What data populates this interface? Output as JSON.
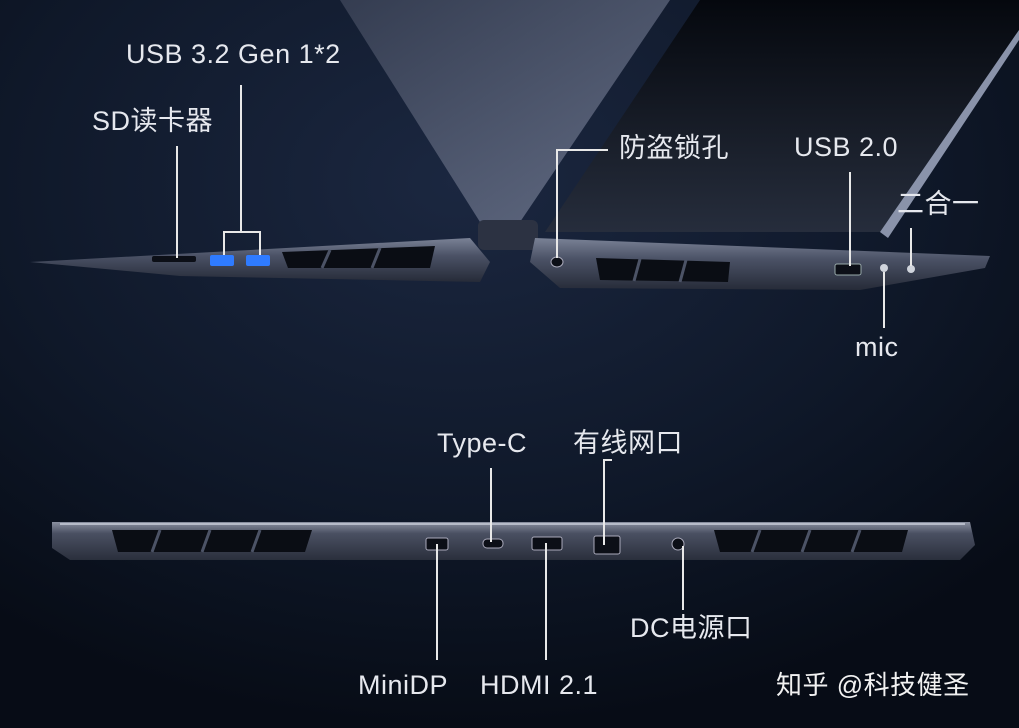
{
  "labels": {
    "usb32": "USB 3.2 Gen 1*2",
    "sd_reader": "SD读卡器",
    "lock_hole": "防盗锁孔",
    "usb20": "USB 2.0",
    "combo_jack": "二合一",
    "mic": "mic",
    "type_c": "Type-C",
    "ethernet": "有线网口",
    "dc_power": "DC电源口",
    "minidp": "MiniDP",
    "hdmi": "HDMI 2.1"
  },
  "watermark": "知乎 @科技健圣",
  "colors": {
    "background": "#0b1220",
    "label_text": "#e6e8ee",
    "leader_line": "#e8e8e8",
    "usb_port_blue": "#2f7bff"
  }
}
